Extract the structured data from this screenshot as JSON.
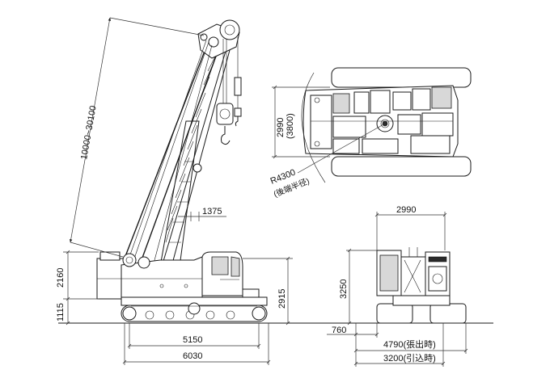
{
  "dimensions": {
    "boom_length": "10000~30100",
    "boom_offset": "1375",
    "counterweight_height": "2160",
    "ground_clearance": "1115",
    "cab_height": "2915",
    "track_length": "5150",
    "overall_length": "6030",
    "width_top": "2990",
    "width_top_extended": "(3800)",
    "tail_radius": "R4300",
    "tail_radius_note": "(後端半径)",
    "rear_width": "2990",
    "rear_height": "3250",
    "rear_offset": "760",
    "track_extended": "4790(張出時)",
    "track_retracted": "3200(引込時)"
  }
}
